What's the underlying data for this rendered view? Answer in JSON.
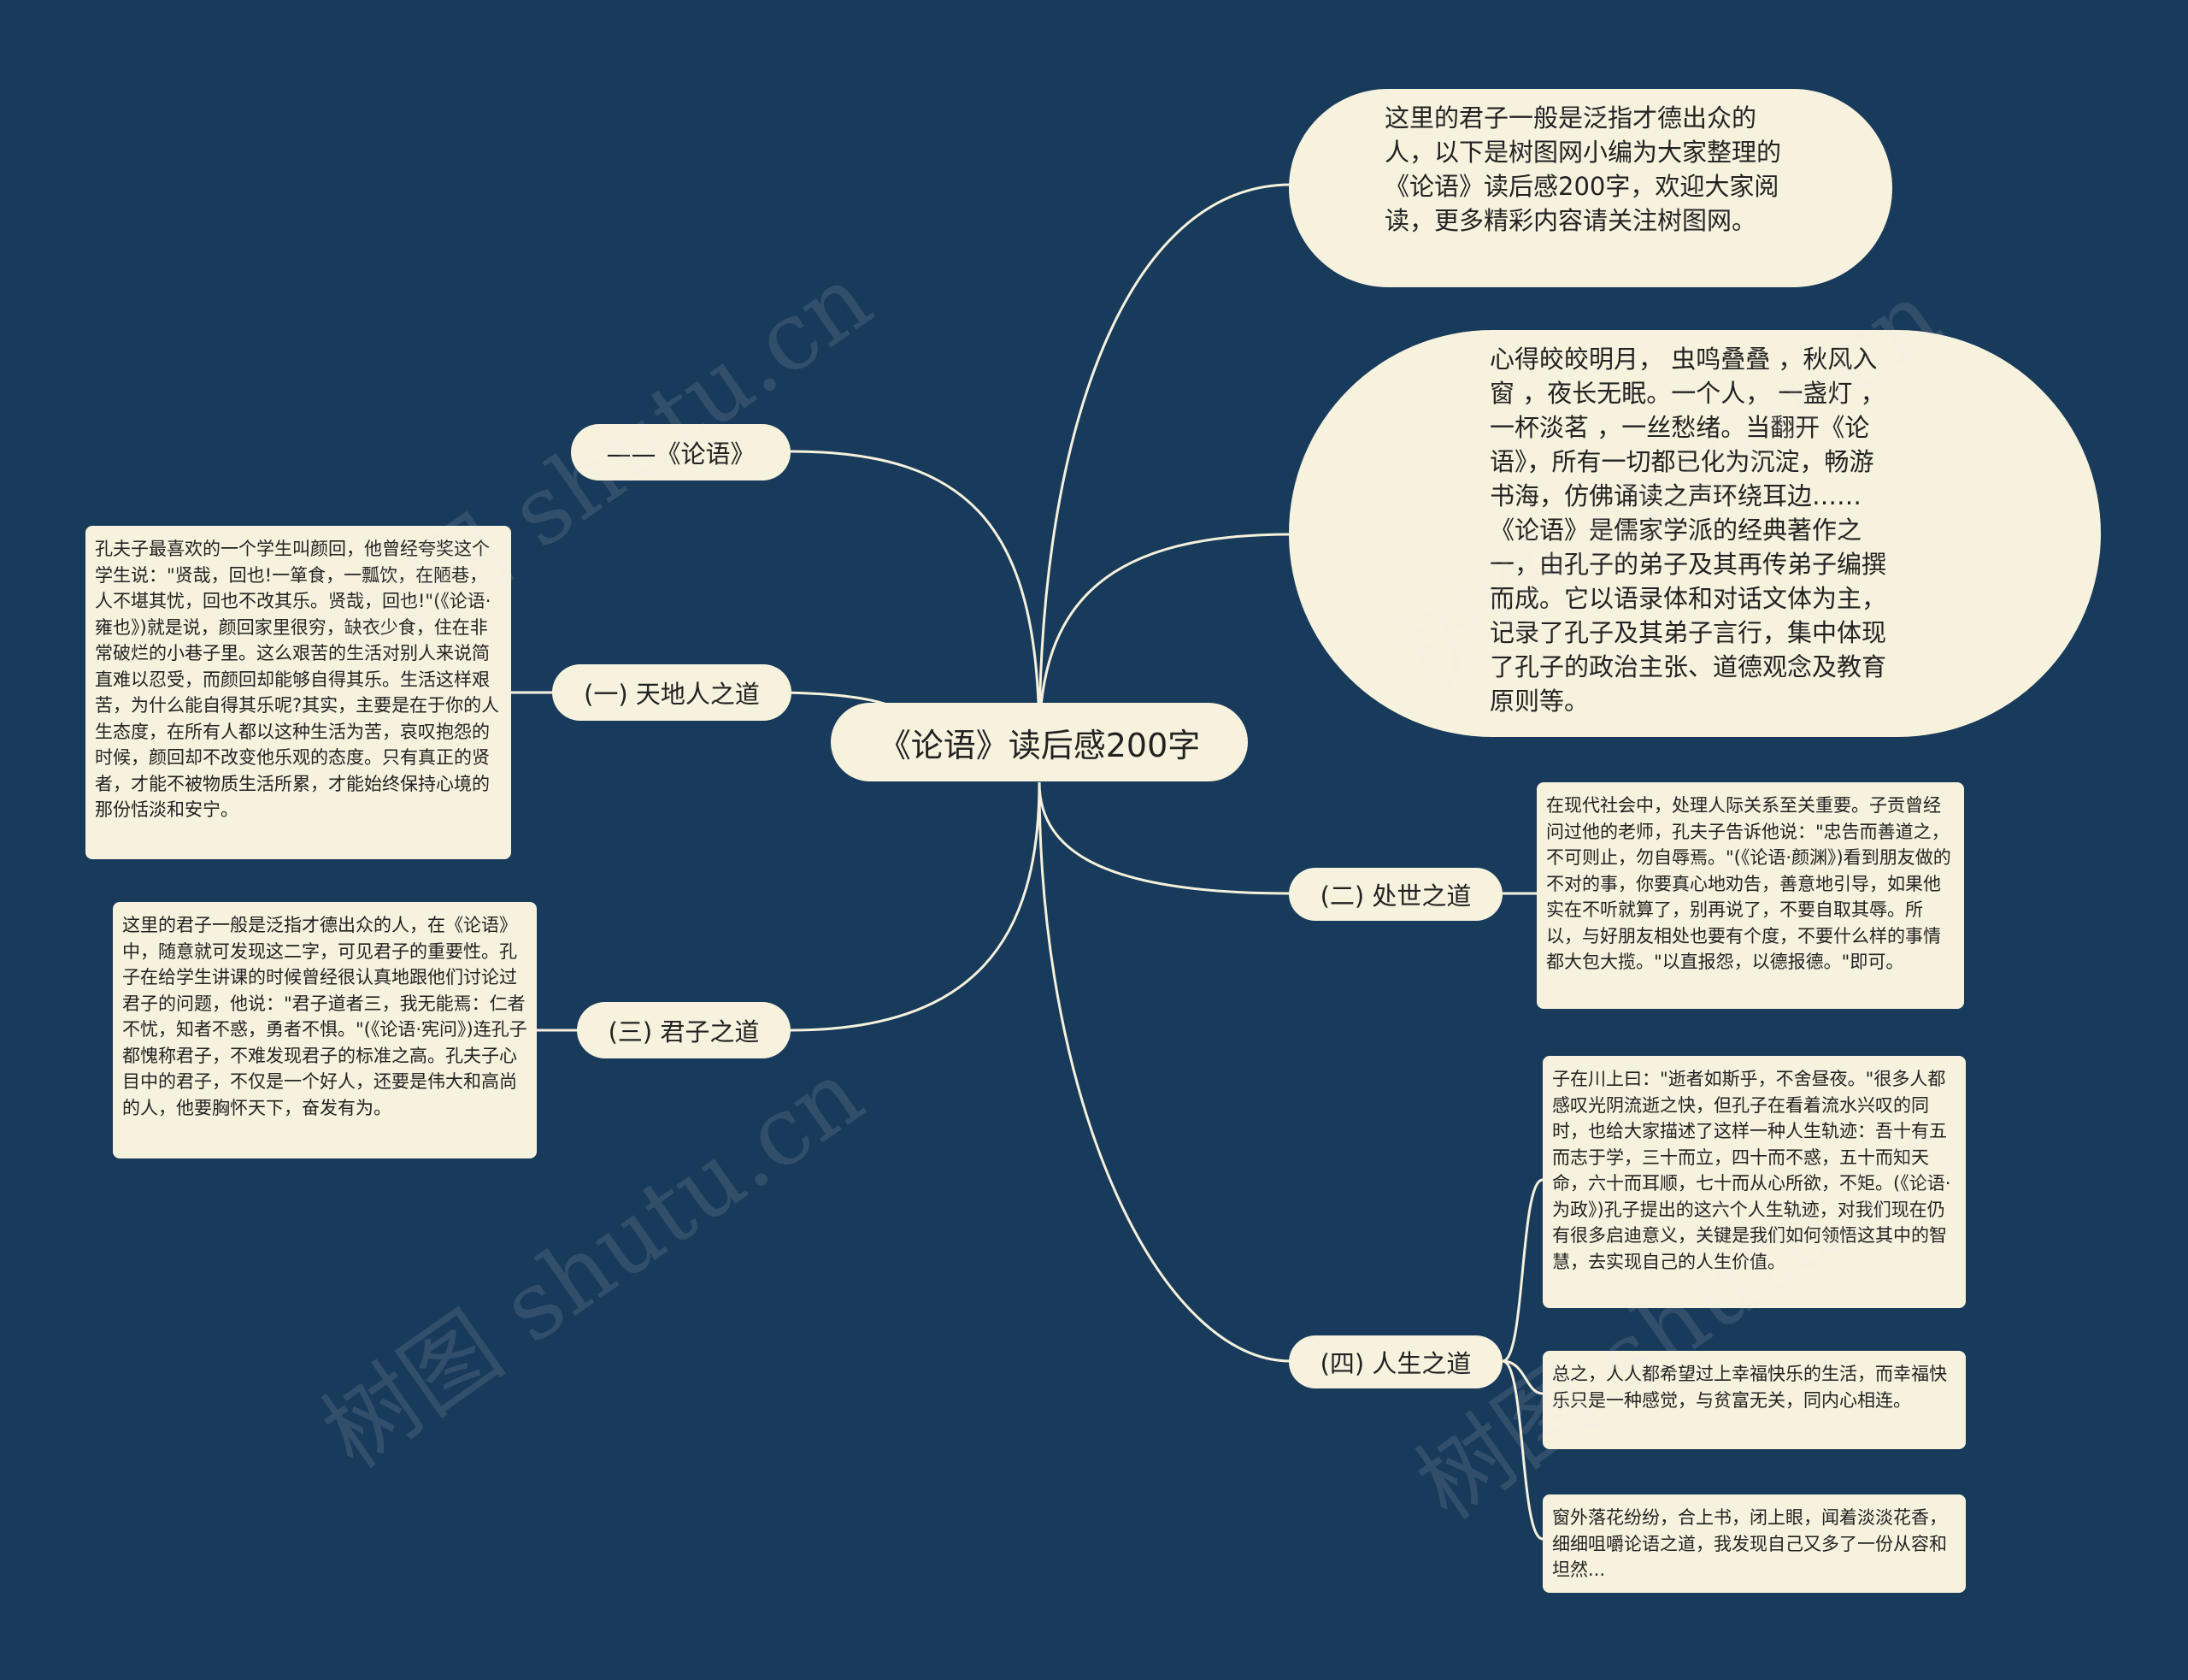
{
  "root": {
    "label": "《论语》读后感200字"
  },
  "right": {
    "intro_text": "这里的君子一般是泛指才德出众的人，以下是树图网小编为大家整理的《论语》读后感200字，欢迎大家阅读，更多精彩内容请关注树图网。",
    "summary_text": "心得皎皎明月， 虫鸣叠叠 ，秋风入窗 ，夜长无眠。一个人， 一盏灯 ，一杯淡茗 ，一丝愁绪。当翻开《论语》，所有一切都已化为沉淀，畅游书海，仿佛诵读之声环绕耳边……《论语》是儒家学派的经典著作之一，由孔子的弟子及其再传弟子编撰而成。它以语录体和对话文体为主，记录了孔子及其弟子言行，集中体现了孔子的政治主张、道德观念及教育原则等。",
    "branch2": {
      "label": "(二) 处世之道",
      "detail": "在现代社会中，处理人际关系至关重要。子贡曾经问过他的老师，孔夫子告诉他说：\"忠告而善道之，不可则止，勿自辱焉。\"(《论语·颜渊》)看到朋友做的不对的事，你要真心地劝告，善意地引导，如果他实在不听就算了，别再说了，不要自取其辱。所以，与好朋友相处也要有个度，不要什么样的事情都大包大揽。\"以直报怨，以德报德。\"即可。"
    },
    "branch4": {
      "label": "(四) 人生之道",
      "details": [
        "子在川上曰：\"逝者如斯乎，不舍昼夜。\"很多人都感叹光阴流逝之快，但孔子在看着流水兴叹的同时，也给大家描述了这样一种人生轨迹：吾十有五而志于学，三十而立，四十而不惑，五十而知天命，六十而耳顺，七十而从心所欲，不矩。(《论语·为政》)孔子提出的这六个人生轨迹，对我们现在仍有很多启迪意义，关键是我们如何领悟这其中的智慧，去实现自己的人生价值。",
        "总之，人人都希望过上幸福快乐的生活，而幸福快乐只是一种感觉，与贫富无关，同内心相连。",
        "窗外落花纷纷，合上书，闭上眼，闻着淡淡花香，细细咀嚼论语之道，我发现自己又多了一份从容和坦然..."
      ]
    }
  },
  "left": {
    "source_label": "——《论语》",
    "branch1": {
      "label": "(一) 天地人之道",
      "detail": "孔夫子最喜欢的一个学生叫颜回，他曾经夸奖这个学生说：\"贤哉，回也!一箪食，一瓢饮，在陋巷，人不堪其忧，回也不改其乐。贤哉，回也!\"(《论语·雍也》)就是说，颜回家里很穷，缺衣少食，住在非常破烂的小巷子里。这么艰苦的生活对别人来说简直难以忍受，而颜回却能够自得其乐。生活这样艰苦，为什么能自得其乐呢?其实，主要是在于你的人生态度，在所有人都以这种生活为苦，哀叹抱怨的时候，颜回却不改变他乐观的态度。只有真正的贤者，才能不被物质生活所累，才能始终保持心境的那份恬淡和安宁。"
    },
    "branch3": {
      "label": "(三) 君子之道",
      "detail": "这里的君子一般是泛指才德出众的人，在《论语》中，随意就可发现这二字，可见君子的重要性。孔子在给学生讲课的时候曾经很认真地跟他们讨论过君子的问题，他说：\"君子道者三，我无能焉：仁者不忧，知者不惑，勇者不惧。\"(《论语·宪问》)连孔子都愧称君子，不难发现君子的标准之高。孔夫子心目中的君子，不仅是一个好人，还要是伟大和高尚的人，他要胸怀天下，奋发有为。"
    }
  },
  "watermark": "树图 shutu.cn",
  "colors": {
    "background": "#183b5b",
    "node": "#f7f2de",
    "line": "#f6f1dd"
  }
}
